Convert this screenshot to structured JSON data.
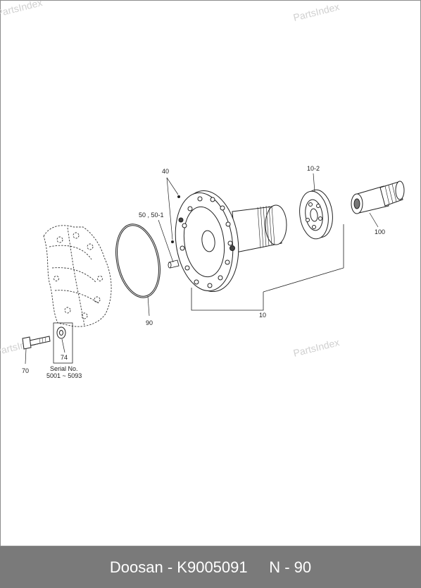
{
  "watermark": "PartsIndex",
  "callouts": {
    "c40": "40",
    "c50": "50 , 50-1",
    "c10_2": "10-2",
    "c100": "100",
    "c90": "90",
    "c10": "10",
    "c70": "70",
    "c74": "74",
    "serial_line1": "Serial No.",
    "serial_line2": "5001 ~ 5093"
  },
  "caption": {
    "brand": "Doosan",
    "sep": " - ",
    "part_number": "K9005091",
    "gap": "     ",
    "page": "N - 90"
  }
}
